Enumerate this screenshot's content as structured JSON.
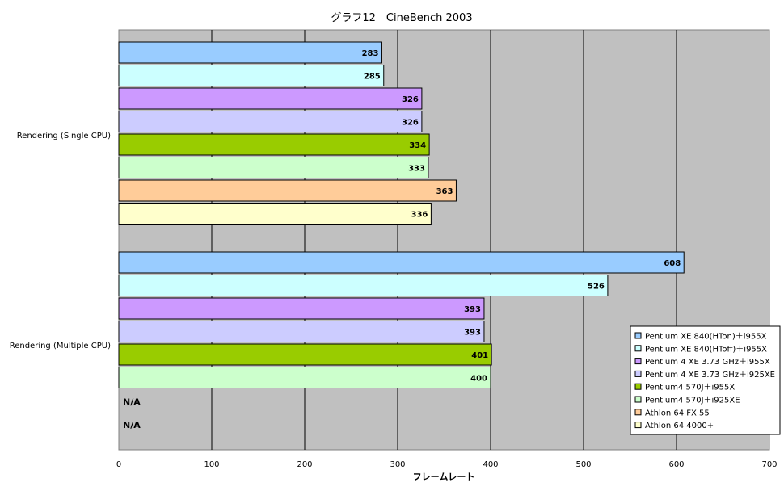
{
  "chart_data": {
    "type": "bar",
    "orientation": "horizontal",
    "title": "グラフ12　CineBench 2003",
    "xlabel": "フレームレート",
    "ylabel": "",
    "xlim": [
      0,
      700
    ],
    "ticks": [
      0,
      100,
      200,
      300,
      400,
      500,
      600,
      700
    ],
    "grid": true,
    "legend_position": "right",
    "categories": [
      "Rendering (Single CPU)",
      "Rendering (Multiple CPU)"
    ],
    "na_text": "N/A",
    "series": [
      {
        "name": "Pentium XE 840(HTon)＋i955X",
        "color": "#99ccff",
        "values": [
          283,
          608
        ]
      },
      {
        "name": "Pentium XE 840(HToff)＋i955X",
        "color": "#ccffff",
        "values": [
          285,
          526
        ]
      },
      {
        "name": "Pentium 4 XE 3.73 GHz＋i955X",
        "color": "#cc99ff",
        "values": [
          326,
          393
        ]
      },
      {
        "name": "Pentium 4 XE 3.73 GHz＋i925XE",
        "color": "#ccccff",
        "values": [
          326,
          393
        ]
      },
      {
        "name": "Pentium4 570J＋i955X",
        "color": "#99cc00",
        "values": [
          334,
          401
        ]
      },
      {
        "name": "Pentium4 570J＋i925XE",
        "color": "#ccffcc",
        "values": [
          333,
          400
        ]
      },
      {
        "name": "Athlon 64 FX-55",
        "color": "#ffcc99",
        "values": [
          363,
          null
        ]
      },
      {
        "name": "Athlon 64 4000+",
        "color": "#ffffcc",
        "values": [
          336,
          null
        ]
      }
    ]
  }
}
